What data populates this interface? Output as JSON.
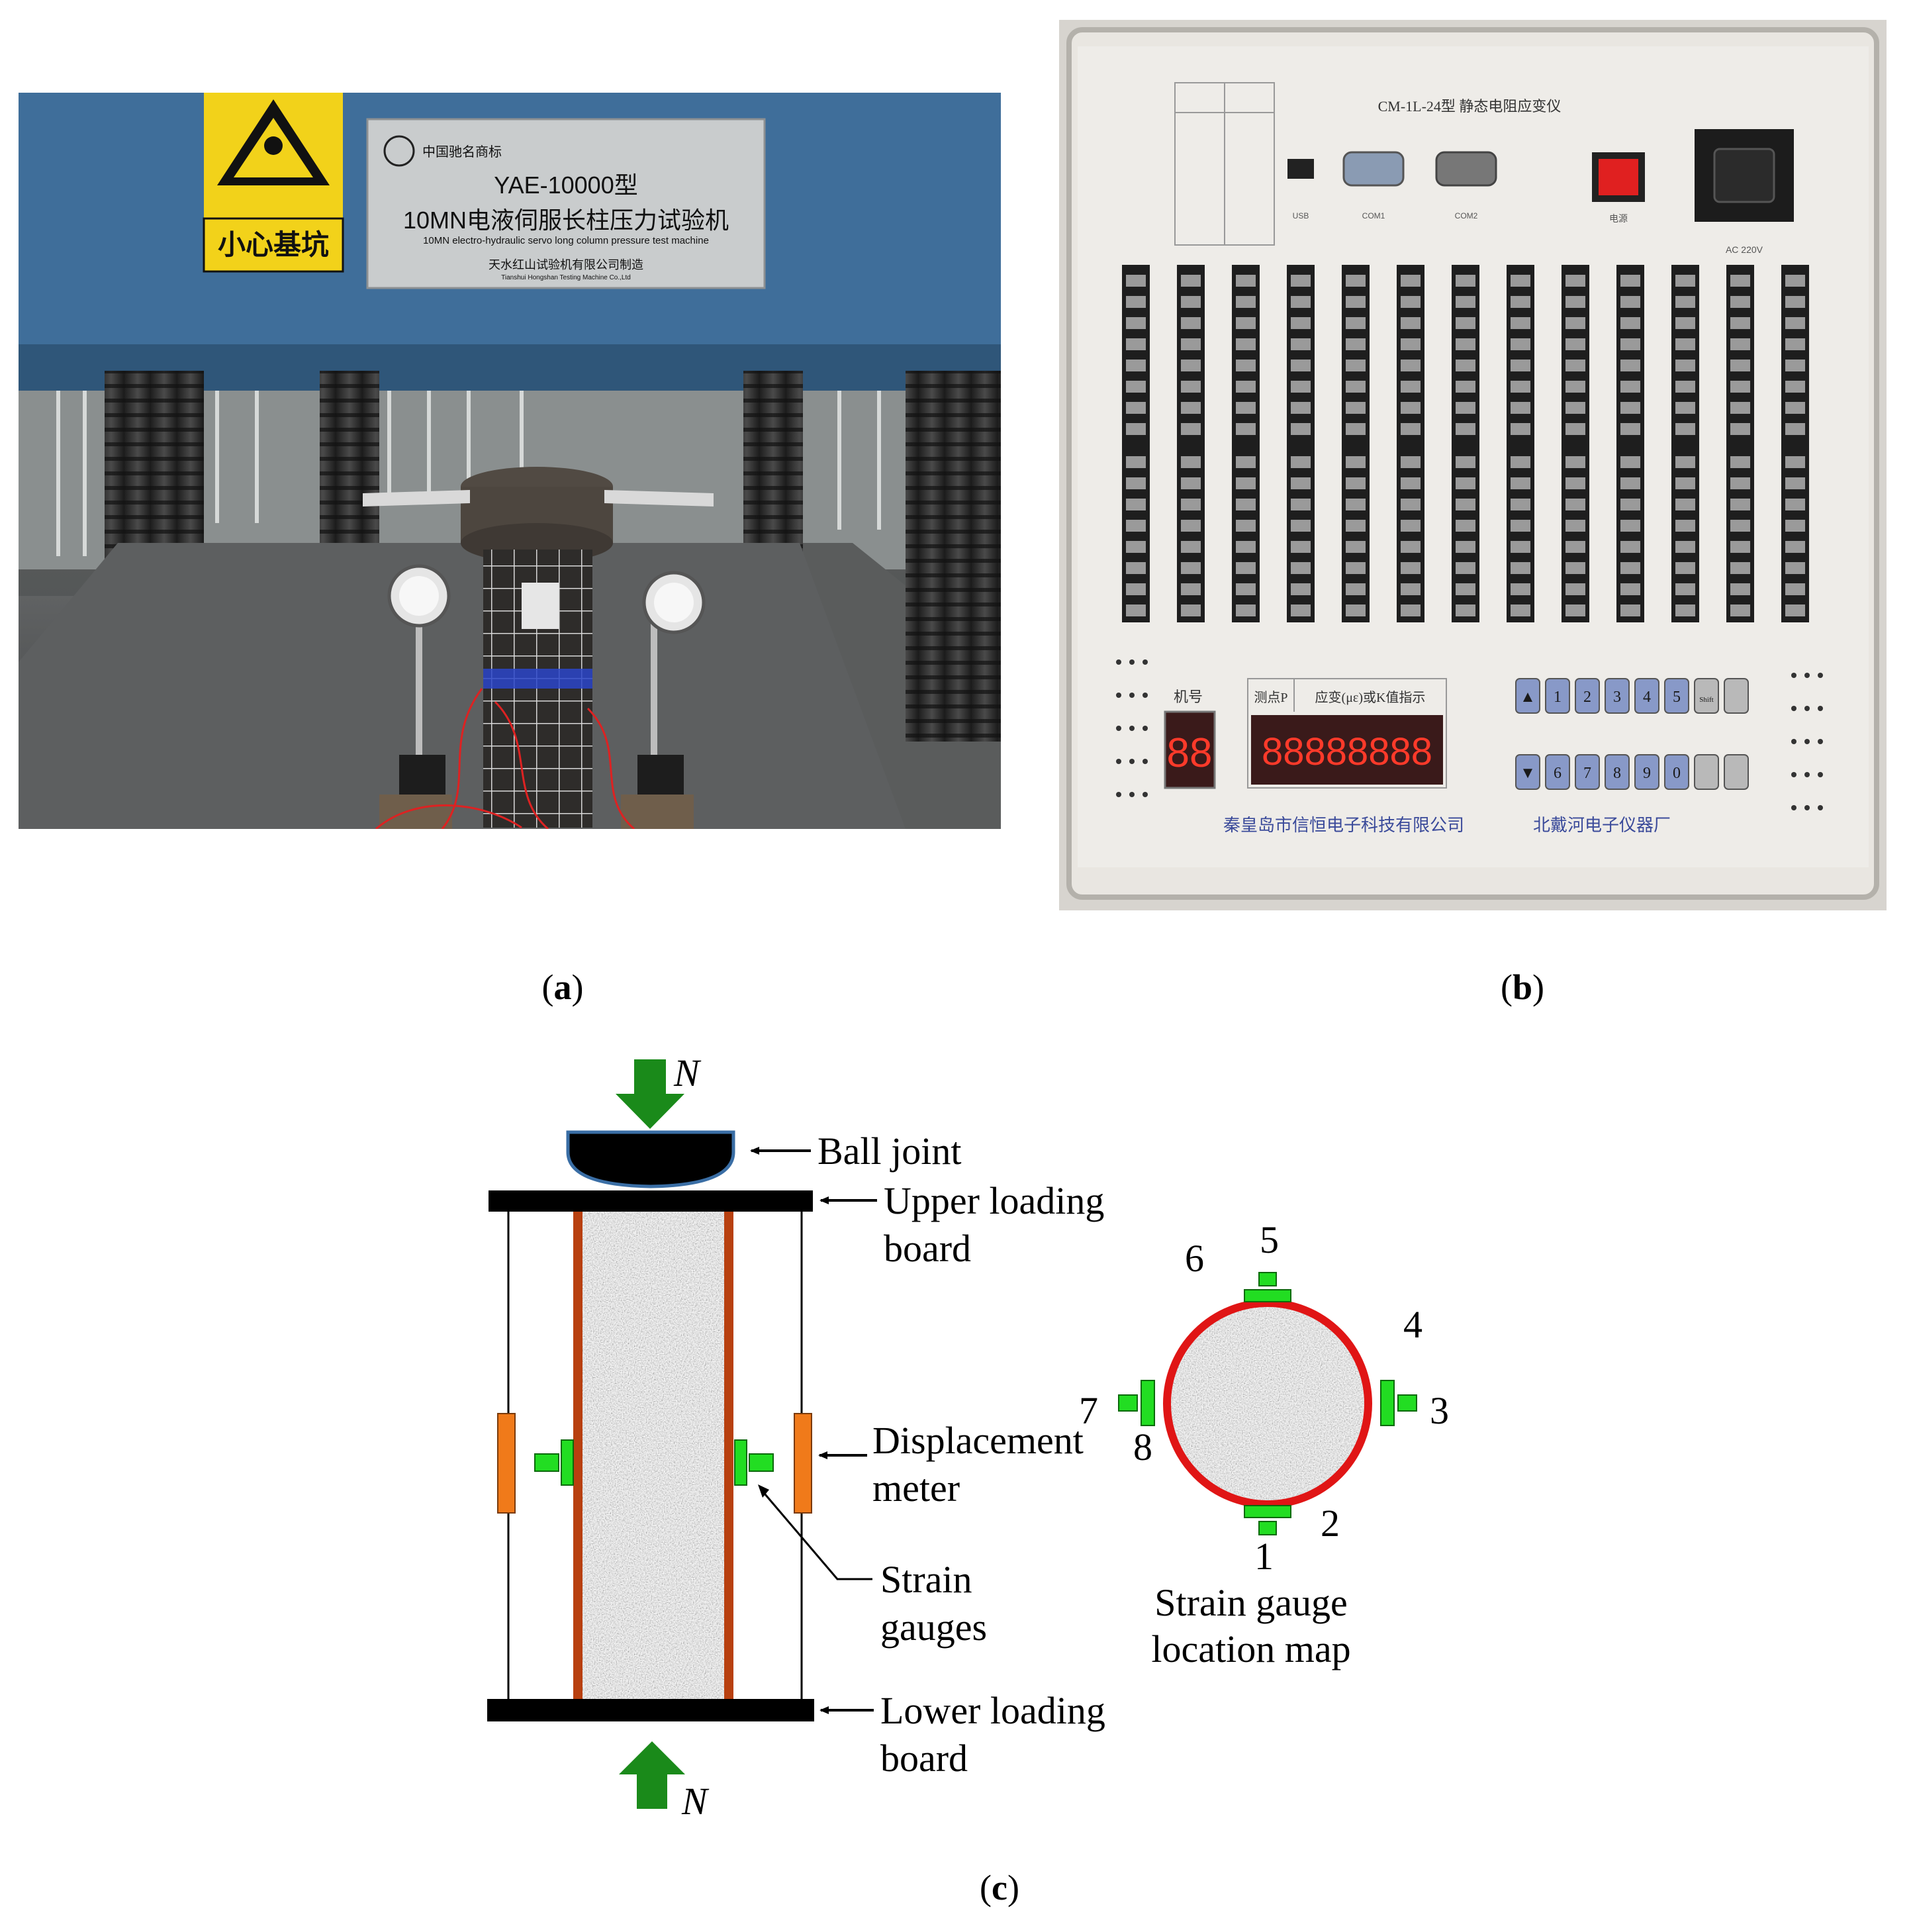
{
  "captions": {
    "a_open": "(",
    "a_letter": "a",
    "a_close": ")",
    "b_open": "(",
    "b_letter": "b",
    "b_close": ")",
    "c_open": "(",
    "c_letter": "c",
    "c_close": ")"
  },
  "photo_a": {
    "warning_sign": "小心基坑",
    "plate_brand": "中国驰名商标",
    "plate_model": "YAE-10000型",
    "plate_title_cn": "10MN电液伺服长柱压力试验机",
    "plate_title_en": "10MN electro-hydraulic servo long column pressure test machine",
    "plate_maker_cn": "天水红山试验机有限公司制造",
    "plate_maker_en": "Tianshui Hongshan Testing Machine Co.,Ltd"
  },
  "photo_b": {
    "device_title": "CM-1L-24型  静态电阻应变仪",
    "ports": [
      "USB",
      "COM1",
      "COM2"
    ],
    "power_label": "电源",
    "ac_label": "AC 220V",
    "machine_no_label": "机号",
    "point_label": "测点P",
    "strain_label": "应变(με)或K值指示",
    "machine_no_display": "88",
    "strain_display": "88888888",
    "keys_row1": [
      "▲",
      "1",
      "2",
      "3",
      "4",
      "5",
      "Shift",
      ""
    ],
    "keys_row2": [
      "▼",
      "6",
      "7",
      "8",
      "9",
      "0",
      "",
      ""
    ],
    "manufacturer_1": "秦皇岛市信恒电子科技有限公司",
    "manufacturer_2": "北戴河电子仪器厂",
    "terminal_columns": 13
  },
  "diagram_c": {
    "load_top": "N",
    "load_bottom": "N",
    "ball_joint": "Ball joint",
    "upper_board_1": "Upper loading",
    "upper_board_2": "board",
    "displacement_1": "Displacement",
    "displacement_2": "meter",
    "strain_1": "Strain",
    "strain_2": "gauges",
    "lower_board_1": "Lower loading",
    "lower_board_2": "board",
    "map_title_1": "Strain gauge",
    "map_title_2": "location map",
    "gauge_numbers": [
      "1",
      "2",
      "3",
      "4",
      "5",
      "6",
      "7",
      "8"
    ],
    "colors": {
      "arrow": "#1a8a1a",
      "gauge": "#22dd22",
      "steel_tube": "#b8400f",
      "displacement": "#f07a1a",
      "ring": "#e01515",
      "board": "#000000",
      "ball_joint_edge": "#3a6ea5"
    }
  }
}
